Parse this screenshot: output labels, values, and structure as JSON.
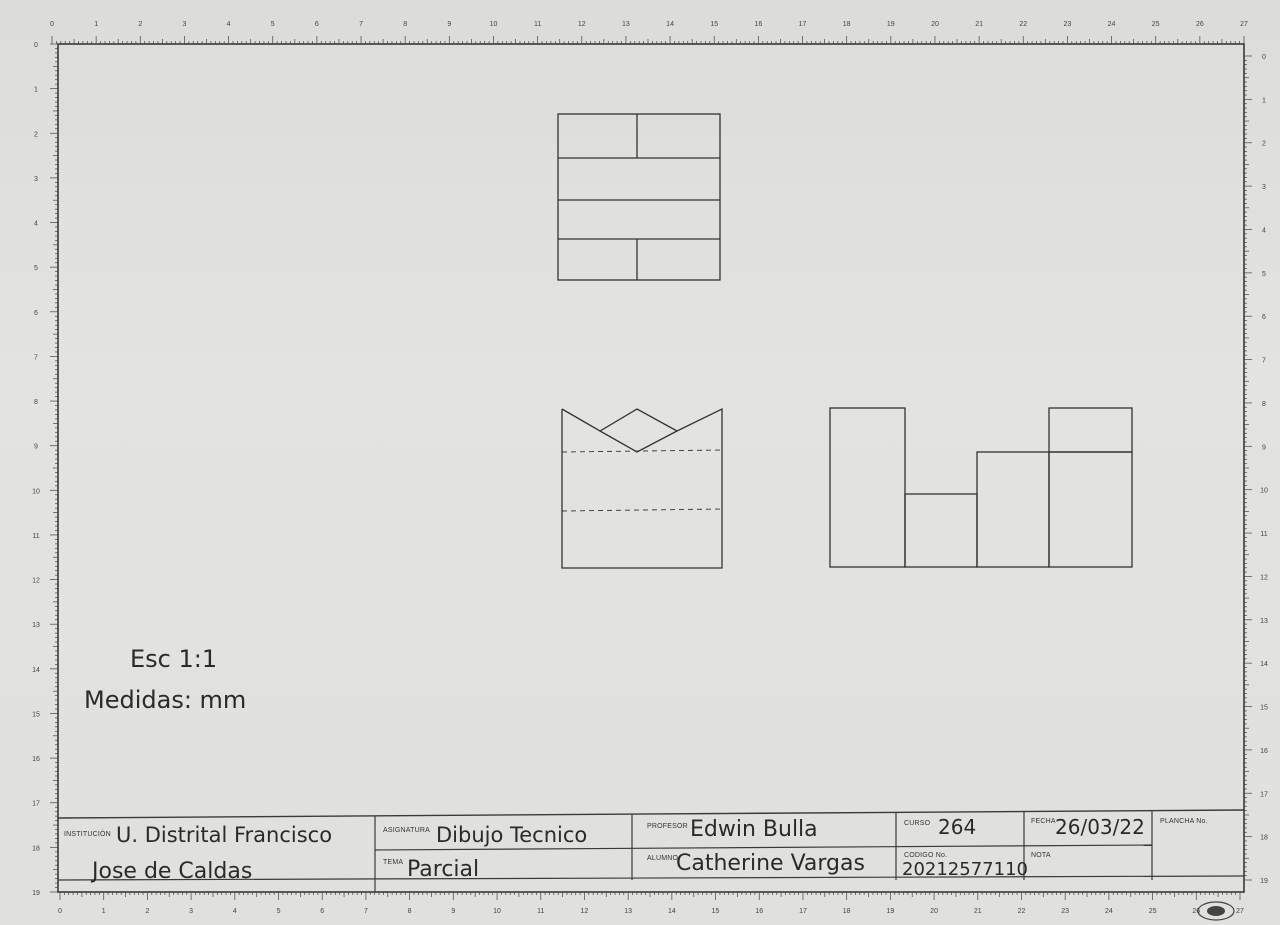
{
  "ruler": {
    "top": [
      "0",
      "1",
      "2",
      "3",
      "4",
      "5",
      "6",
      "7",
      "8",
      "9",
      "10",
      "11",
      "12",
      "13",
      "14",
      "15",
      "16",
      "17",
      "18",
      "19",
      "20",
      "21",
      "22",
      "23",
      "24",
      "25",
      "26",
      "27"
    ],
    "bottom": [
      "0",
      "1",
      "2",
      "3",
      "4",
      "5",
      "6",
      "7",
      "8",
      "9",
      "10",
      "11",
      "12",
      "13",
      "14",
      "15",
      "16",
      "17",
      "18",
      "19",
      "20",
      "21",
      "22",
      "23",
      "24",
      "25",
      "26",
      "27"
    ],
    "left": [
      "0",
      "1",
      "2",
      "3",
      "4",
      "5",
      "6",
      "7",
      "8",
      "9",
      "10",
      "11",
      "12",
      "13",
      "14",
      "15",
      "16",
      "17",
      "18",
      "19"
    ],
    "right": [
      "0",
      "1",
      "2",
      "3",
      "4",
      "5",
      "6",
      "7",
      "8",
      "9",
      "10",
      "11",
      "12",
      "13",
      "14",
      "15",
      "16",
      "17",
      "18",
      "19"
    ]
  },
  "notes": {
    "scale": "Esc 1:1",
    "units": "Medidas: mm"
  },
  "title_block": {
    "institucion_label": "INSTITUCIÓN",
    "institucion_line1": "U. Distrital Francisco",
    "institucion_line2": "Jose de Caldas",
    "asignatura_label": "ASIGNATURA",
    "asignatura": "Dibujo Tecnico",
    "tema_label": "TEMA",
    "tema": "Parcial",
    "profesor_label": "PROFESOR",
    "profesor": "Edwin Bulla",
    "alumno_label": "ALUMNO",
    "alumno": "Catherine Vargas",
    "curso_label": "CURSO",
    "curso": "264",
    "codigo_label": "CODIGO No.",
    "codigo": "20212577110",
    "fecha_label": "FECHA",
    "fecha": "26/03/22",
    "nota_label": "NOTA",
    "nota": "",
    "plancha_label": "PLANCHA No.",
    "plancha": ""
  }
}
